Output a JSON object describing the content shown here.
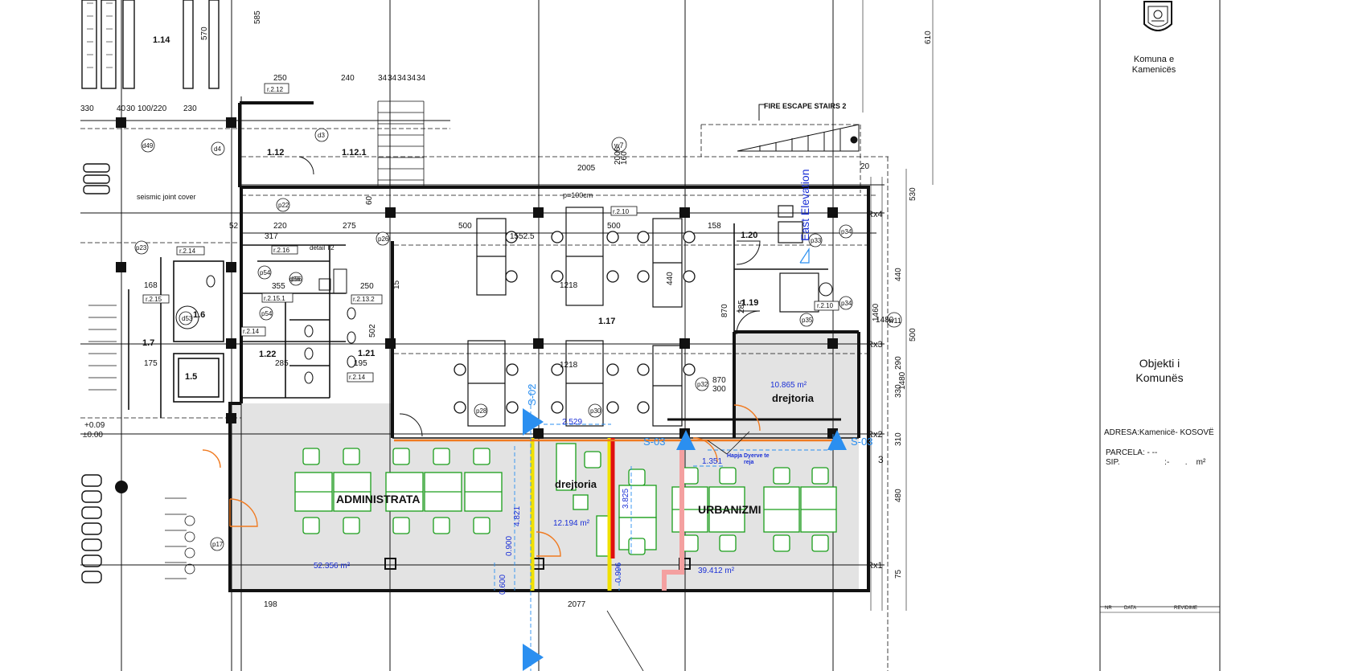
{
  "title_block": {
    "municipality": [
      "Komuna e",
      "Kamenicës"
    ],
    "object": [
      "Objekti i",
      "Komunës"
    ],
    "address": "ADRESA:Kamenicë- KOSOVË",
    "parcela": "PARCELA: -          --",
    "sip": "SIP.                    :-       .    m²",
    "rev_headers": [
      "NR",
      "DATA",
      "REVIDIME"
    ]
  },
  "rooms": {
    "administrata": {
      "name": "ADMINISTRATA",
      "area": "52.356 m²"
    },
    "drejtoria_small": {
      "name": "drejtoria",
      "area": "12.194 m²"
    },
    "urbanizmi": {
      "name": "URBANIZMI",
      "area": "39.412 m²"
    },
    "drejtoria_corner": {
      "name": "drejtoria",
      "area": "10.865 m²"
    },
    "open_office": "1.17"
  },
  "room_numbers": [
    "1.14",
    "1.12",
    "1.12.1",
    "1.20",
    "1.19",
    "1.7",
    "1.5",
    "1.6",
    "1.21",
    "1.22"
  ],
  "annotations": {
    "fire_escape": "FIRE ESCAPE STAIRS 2",
    "seismic": "seismic joint cover",
    "detail": "detail T2",
    "door_note": [
      "Hapja Dyerve te",
      "reja"
    ],
    "elevation": "East Elevation",
    "section_1": "S-02",
    "section_2": "S-03",
    "section_3": "S-03",
    "pitch": "p=100cm",
    "levels": [
      "+0.09",
      "±0.00"
    ]
  },
  "grid_labels": [
    "Rx4",
    "Rx3",
    "Rx2",
    "Rx1",
    "w11",
    "w7",
    "3"
  ],
  "dims_blue": [
    "2.529",
    "1.351",
    "4.821",
    "0.900",
    "0.600",
    "3.825",
    "0.996"
  ],
  "dims_top": [
    "250",
    "240",
    "34",
    "34",
    "34",
    "34",
    "34",
    "330",
    "40",
    "30",
    "100/220",
    "230",
    "585",
    "570",
    "2005",
    "2006",
    "160",
    "500",
    "1552.5",
    "500",
    "158",
    "1218",
    "1218",
    "440",
    "870",
    "285",
    "870",
    "300",
    "1480",
    "1480",
    "1460",
    "220",
    "275",
    "317",
    "52",
    "168",
    "175",
    "355",
    "250",
    "502",
    "195",
    "285",
    "198",
    "2077",
    "610",
    "530",
    "500",
    "440",
    "330",
    "290",
    "480",
    "310",
    "75",
    "20",
    "60",
    "15"
  ],
  "tags": [
    "r.2.12",
    "r.2.14",
    "r.2.15",
    "r.2.15.1",
    "r.2.13.2",
    "r.2.14",
    "r.2.10",
    "r.2.10",
    "r.2.14",
    "r.2.16",
    "d3",
    "d4",
    "d49",
    "p22",
    "p23",
    "p26",
    "p54",
    "p56",
    "d53",
    "p54",
    "p28",
    "p30",
    "p32",
    "p33",
    "p34",
    "p35",
    "p34",
    "p17",
    "d56"
  ],
  "colors": {
    "line": "#111111",
    "room_fill": "#e3e3e3",
    "furniture": "#1a9e1a",
    "blue": "#1a2fd6",
    "door": "#f07a20",
    "red": "#e01010",
    "yellow": "#f0e000",
    "marker": "#2b8ff0",
    "pink": "#f4a0a0"
  }
}
